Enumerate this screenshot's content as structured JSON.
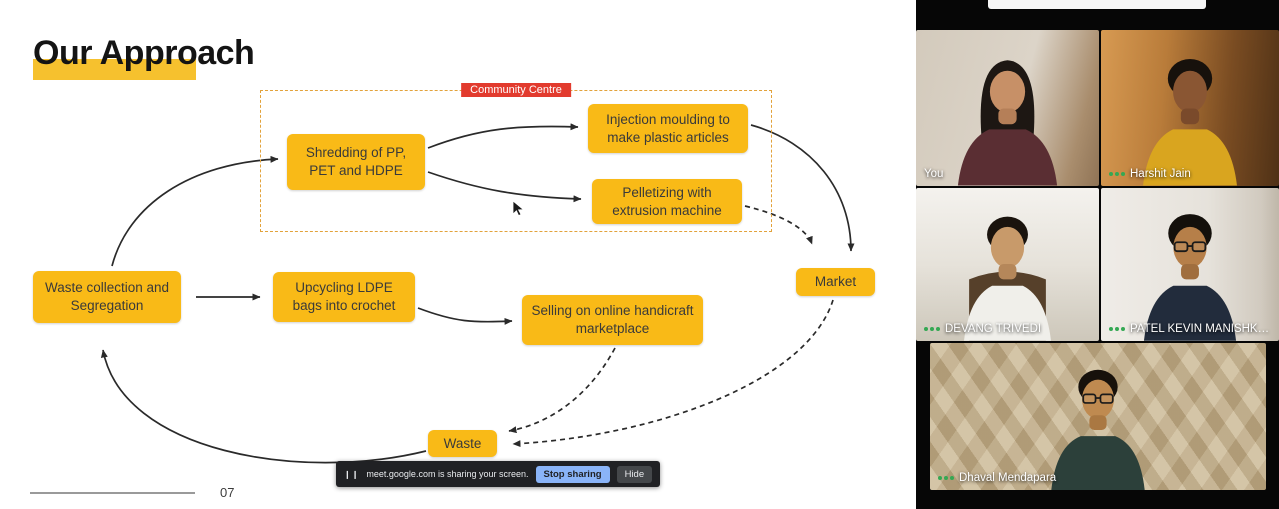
{
  "slide": {
    "title": "Our Approach",
    "page_number": "07",
    "community_centre_label": "Community Centre",
    "nodes": {
      "waste_collection": "Waste collection and Segregation",
      "shredding": "Shredding of PP, PET and HDPE",
      "injection_moulding": "Injection moulding to make plastic articles",
      "pelletizing": "Pelletizing with extrusion machine",
      "upcycling": "Upcycling LDPE bags into crochet",
      "selling": "Selling on online handicraft marketplace",
      "market": "Market",
      "waste": "Waste"
    },
    "colors": {
      "node_fill": "#F9BA17",
      "community_label_bg": "#E23B2E",
      "title_highlight": "#F6C12E",
      "arrow": "#2a2a2a"
    }
  },
  "share_bar": {
    "pause_icon": "❙❙",
    "message": "meet.google.com is sharing your screen.",
    "stop_button": "Stop sharing",
    "hide_button": "Hide"
  },
  "participants": [
    {
      "name": "You"
    },
    {
      "name": "Harshit Jain"
    },
    {
      "name": "DEVANG TRIVEDI"
    },
    {
      "name": "PATEL KEVIN MANISHK…"
    },
    {
      "name": "Dhaval Mendapara"
    }
  ]
}
